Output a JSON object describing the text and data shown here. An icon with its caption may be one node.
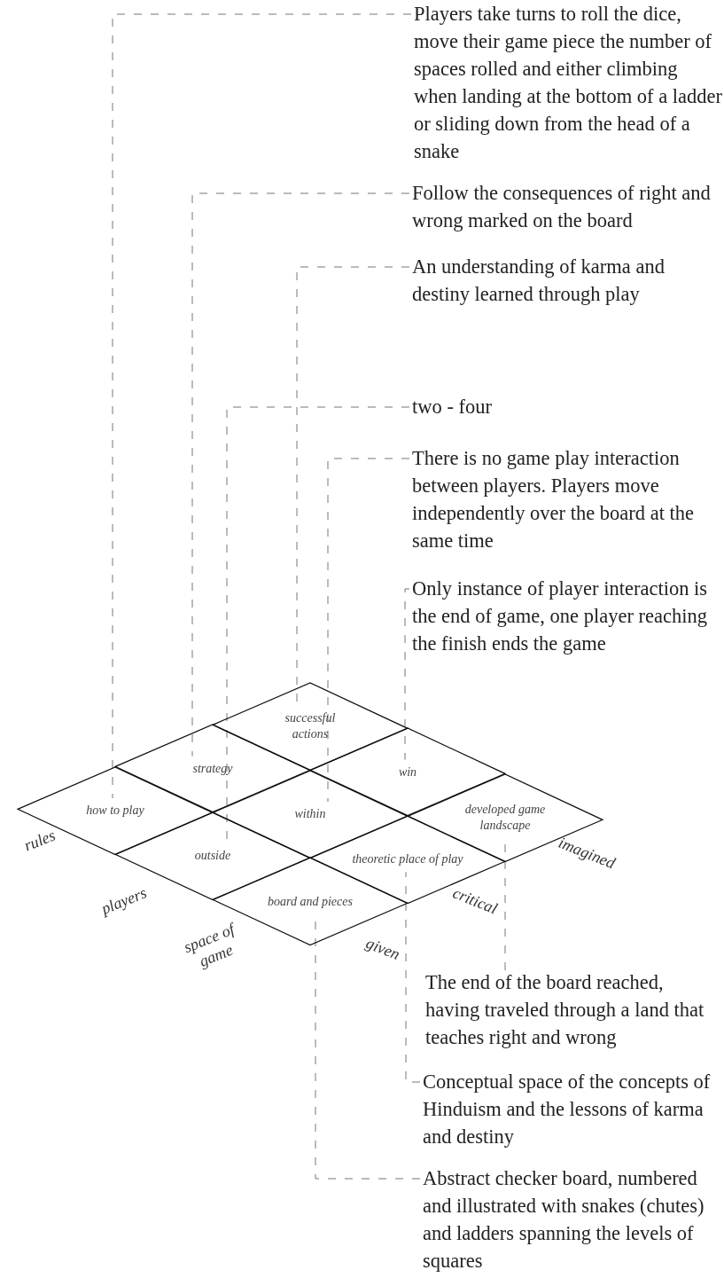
{
  "diagram": {
    "nodes": [
      {
        "text": [
          "Players take turns to roll the dice, move their game piece the number of spaces rolled and either climbing when landing at the bottom of a ladder or sliding down from the head of a snake"
        ]
      },
      {
        "text": [
          "Follow the consequences of right and wrong marked on the board"
        ]
      },
      {
        "text": [
          "An understanding of karma and destiny learned through play"
        ]
      },
      {
        "text": [
          "two - four"
        ]
      },
      {
        "text": [
          "There is no game play interaction between players. Players move independently over the board at the same time"
        ]
      },
      {
        "text": [
          "Only instance of player interaction is the end of game, one player reaching the finish ends the game"
        ]
      },
      {
        "text": [
          "successful actions"
        ]
      },
      {
        "text": [
          "strategy"
        ]
      },
      {
        "text": [
          "win"
        ]
      },
      {
        "text": [
          "how to play"
        ]
      },
      {
        "text": [
          "within"
        ]
      },
      {
        "text": [
          "developed game landscape"
        ]
      },
      {
        "text": [
          "outside"
        ]
      },
      {
        "text": [
          "theoretic place of play"
        ]
      },
      {
        "text": [
          "board and pieces"
        ]
      },
      {
        "text": [
          "The end of the board reached, having traveled through a land that teaches right and wrong"
        ]
      },
      {
        "text": [
          "Conceptual space of the concepts of Hinduism and the lessons of karma and destiny"
        ]
      },
      {
        "text": [
          "Abstract checker board, numbered and illustrated with snakes (chutes) and ladders spanning the levels of squares"
        ]
      }
    ],
    "edges": [
      {
        "from": 0,
        "to": 9,
        "arrow": "none",
        "style": "dashed"
      },
      {
        "from": 1,
        "to": 7,
        "arrow": "none",
        "style": "dashed"
      },
      {
        "from": 2,
        "to": 6,
        "arrow": "none",
        "style": "dashed"
      },
      {
        "from": 3,
        "to": 12,
        "arrow": "none",
        "style": "dashed"
      },
      {
        "from": 4,
        "to": 10,
        "arrow": "none",
        "style": "dashed"
      },
      {
        "from": 5,
        "to": 8,
        "arrow": "none",
        "style": "dashed"
      },
      {
        "from": 15,
        "to": 11,
        "arrow": "none",
        "style": "dashed"
      },
      {
        "from": 16,
        "to": 13,
        "arrow": "none",
        "style": "dashed"
      },
      {
        "from": 17,
        "to": 14,
        "arrow": "none",
        "style": "dashed"
      }
    ],
    "labels": [
      "rules",
      "players",
      "space of game",
      "imagined",
      "critical",
      "given"
    ]
  }
}
